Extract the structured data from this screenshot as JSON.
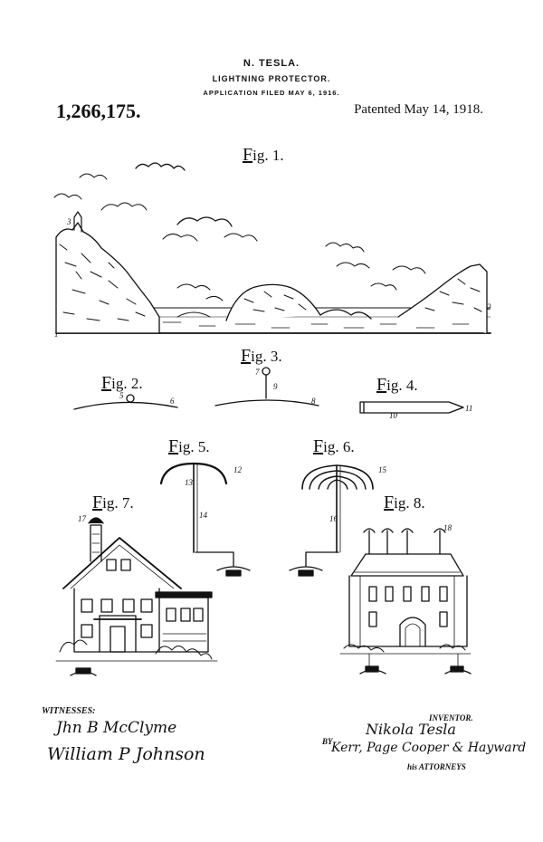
{
  "header": {
    "inventor": "N. TESLA.",
    "title": "LIGHTNING PROTECTOR.",
    "filed": "APPLICATION FILED MAY 6, 1916.",
    "patent_number": "1,266,175.",
    "patent_date": "Patented May 14, 1918."
  },
  "figures": {
    "fig1": {
      "word": "ig",
      "num": ". 1.",
      "refs": [
        "1",
        "2",
        "3"
      ]
    },
    "fig2": {
      "word": "ig",
      "num": ". 2.",
      "refs": [
        "5",
        "6"
      ]
    },
    "fig3": {
      "word": "ig",
      "num": ". 3.",
      "refs": [
        "7",
        "8",
        "9"
      ]
    },
    "fig4": {
      "word": "ig",
      "num": ". 4.",
      "refs": [
        "10",
        "11"
      ]
    },
    "fig5": {
      "word": "ig",
      "num": ". 5.",
      "refs": [
        "12",
        "13",
        "14"
      ]
    },
    "fig6": {
      "word": "ig",
      "num": ". 6.",
      "refs": [
        "15",
        "16"
      ]
    },
    "fig7": {
      "word": "ig",
      "num": ". 7.",
      "refs": [
        "17"
      ]
    },
    "fig8": {
      "word": "ig",
      "num": ". 8.",
      "refs": [
        "18"
      ]
    }
  },
  "signatures": {
    "witnesses_label": "WITNESSES:",
    "witness1": "Jhn B McClyme",
    "witness2": "William P Johnson",
    "inventor_label": "INVENTOR.",
    "inventor_sig": "Nikola Tesla",
    "by_label": "BY",
    "attorney_sig": "Kerr, Page Cooper & Hayward",
    "attorneys_label": "his ATTORNEYS"
  }
}
